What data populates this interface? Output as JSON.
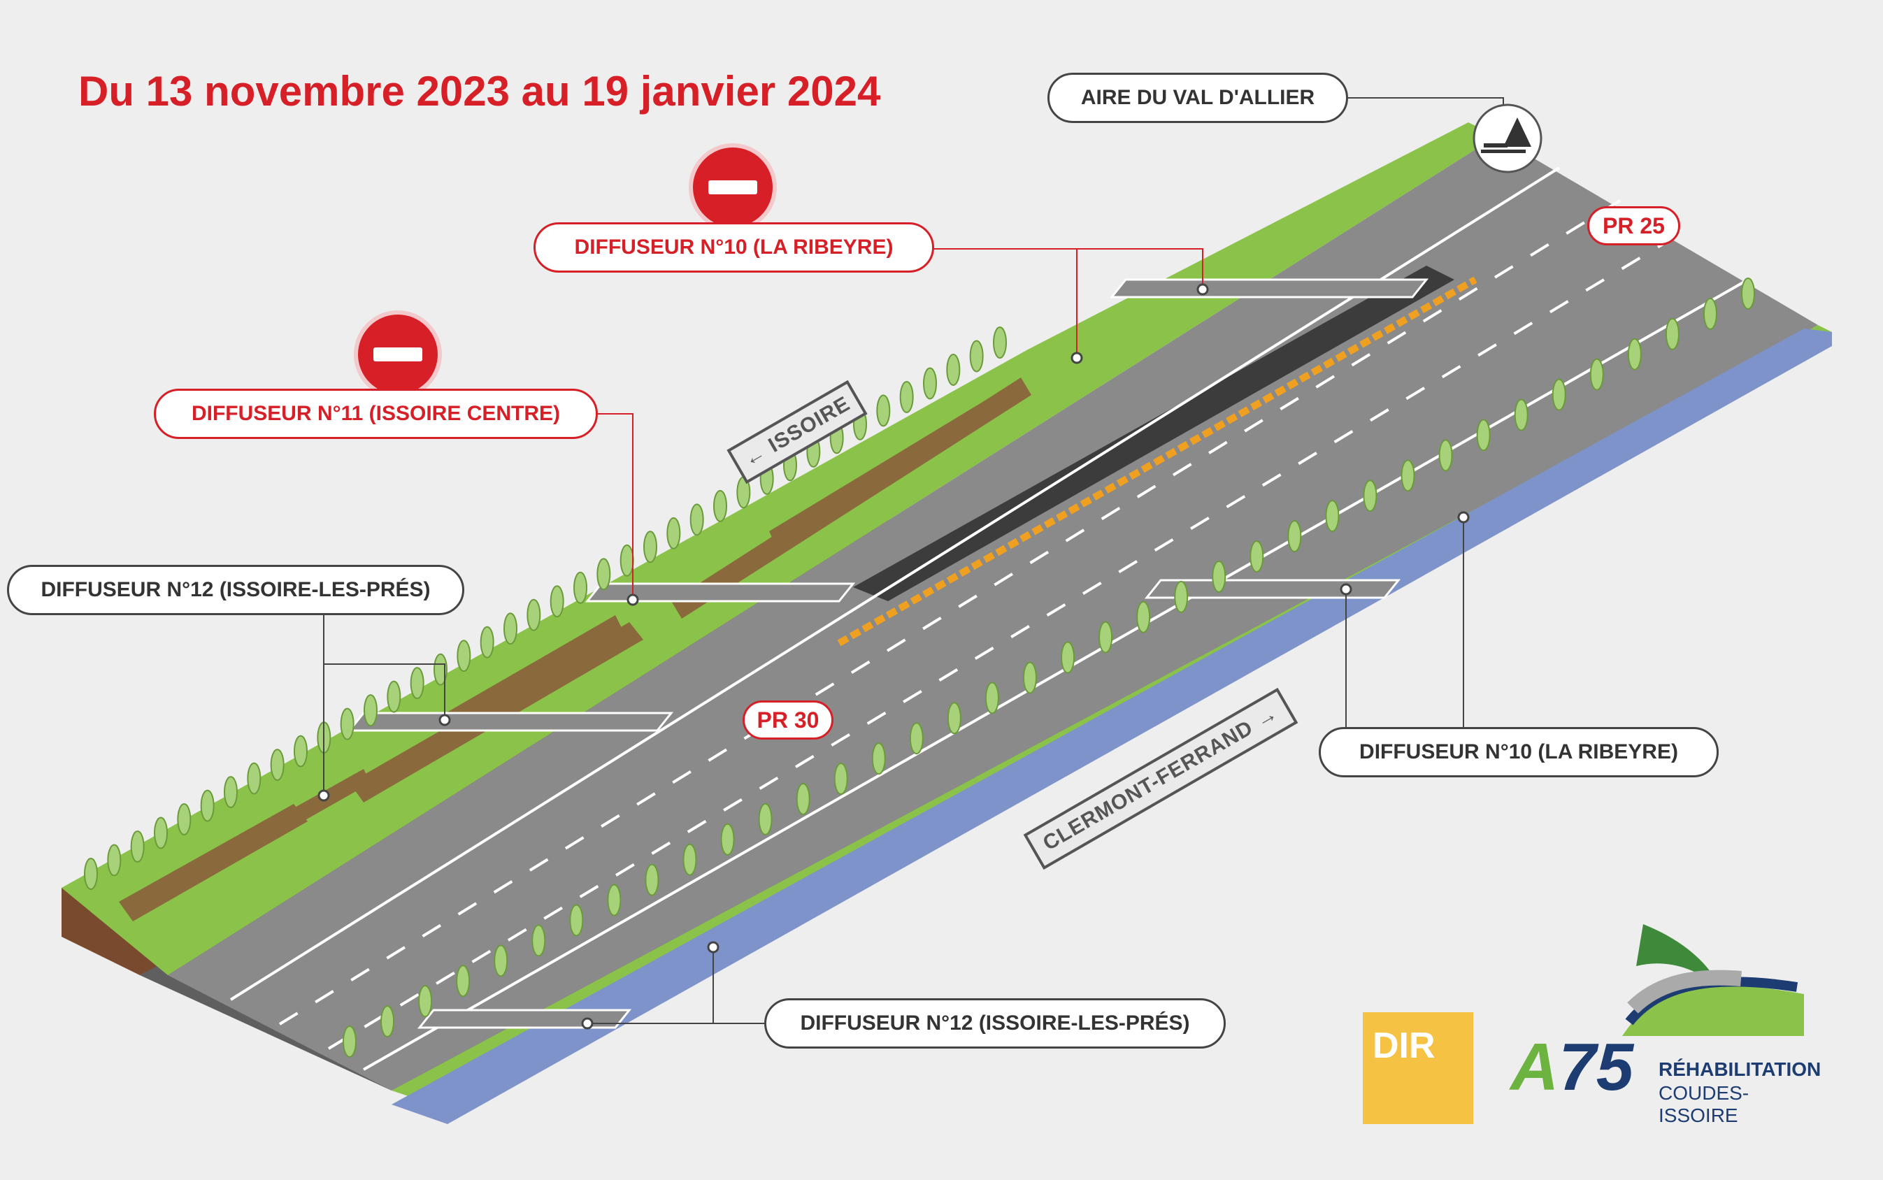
{
  "title": "Du 13 novembre 2023 au 19 janvier 2024",
  "labels": {
    "aire": "AIRE DU VAL D'ALLIER",
    "diffuseur_10_top": "DIFFUSEUR N°10 (LA RIBEYRE)",
    "diffuseur_11": "DIFFUSEUR N°11 (ISSOIRE CENTRE)",
    "diffuseur_12_left": "DIFFUSEUR N°12 (ISSOIRE-LES-PRÉS)",
    "diffuseur_10_right": "DIFFUSEUR N°10 (LA RIBEYRE)",
    "diffuseur_12_bottom": "DIFFUSEUR N°12 (ISSOIRE-LES-PRÉS)"
  },
  "markers": {
    "pr25": "PR 25",
    "pr30": "PR 30"
  },
  "signs": {
    "issoire": "ISSOIRE",
    "clermont": "CLERMONT-FERRAND"
  },
  "logos": {
    "dir": "DIR",
    "a75_prefix": "A",
    "a75_number": "75",
    "rehab": "RÉHABILITATION",
    "coudes": "COUDES-ISSOIRE"
  },
  "colors": {
    "title_red": "#d61f26",
    "grass": "#8bc34a",
    "road": "#8a8a8a",
    "river": "#7d93c9",
    "soil": "#7a4a2e",
    "closed_lane": "#3c3c3c",
    "barrier": "#f0a020"
  },
  "icons": [
    "no-entry-icon",
    "rest-area-icon",
    "arrow-left-icon",
    "arrow-right-icon"
  ]
}
